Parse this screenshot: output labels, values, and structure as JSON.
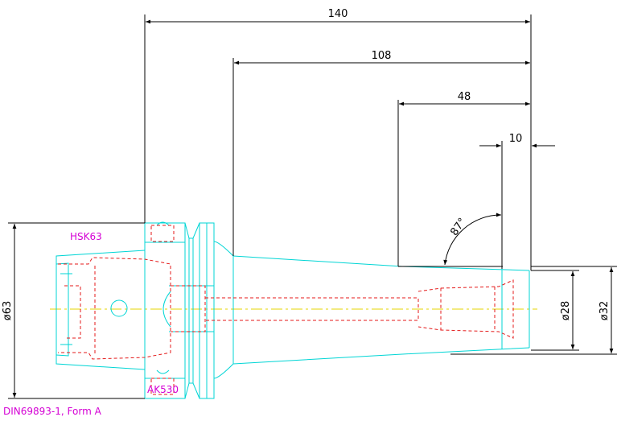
{
  "dimensions": {
    "overall_length": "140",
    "length_108": "108",
    "length_48": "48",
    "length_10": "10",
    "angle": "87°",
    "diameter_63": "ø63",
    "diameter_28": "ø28",
    "diameter_32": "ø32"
  },
  "labels": {
    "interface": "HSK63",
    "collar": "AK530",
    "standard": "DIN69893-1, Form A"
  },
  "colors": {
    "dimension_lines": "#000000",
    "outline": "#00d5d5",
    "hidden_lines": "#e41a1a",
    "centerline": "#e6d400",
    "annotations": "#d400d4"
  }
}
